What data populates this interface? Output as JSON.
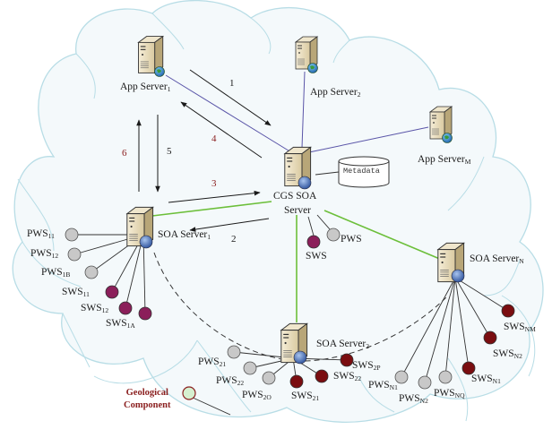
{
  "diagram": {
    "title": "CGS SOA architecture",
    "colors": {
      "cloud_stroke": "#b8dde6",
      "cloud_fill": "#f4f9fb",
      "app_link": "#5a55a8",
      "soa_link": "#6cbf3a",
      "arrow": "#1a1a1a",
      "step_red": "#8b2020",
      "pws_fill": "#c8c8c8",
      "sws1_fill": "#8b1f5a",
      "sws_dark_fill": "#7a0d10",
      "geo_fill": "#d6f0d0",
      "geo_stroke": "#8b2020",
      "geo_text": "#8b2020"
    },
    "nodes": {
      "app_server_1": {
        "name": "App Server",
        "sub": "1"
      },
      "app_server_2": {
        "name": "App Server",
        "sub": "2"
      },
      "app_server_m": {
        "name": "App Server",
        "sub": "M"
      },
      "cgs_soa_server": {
        "line1": "CGS SOA",
        "line2": "Server"
      },
      "metadata": {
        "label": "Metadata"
      },
      "soa_server_1": {
        "name": "SOA Server",
        "sub": "1"
      },
      "soa_server_2": {
        "name": "SOA Server",
        "sub": "2"
      },
      "soa_server_n": {
        "name": "SOA Server",
        "sub": "N"
      },
      "central_sws": {
        "label": "SWS"
      },
      "central_pws": {
        "label": "PWS"
      },
      "geological_component": {
        "line1": "Geological",
        "line2": "Component"
      }
    },
    "steps": [
      {
        "n": "1",
        "color": "black"
      },
      {
        "n": "2",
        "color": "black"
      },
      {
        "n": "3",
        "color": "red"
      },
      {
        "n": "4",
        "color": "red"
      },
      {
        "n": "5",
        "color": "black"
      },
      {
        "n": "6",
        "color": "red"
      }
    ],
    "services": {
      "soa1": [
        {
          "kind": "PWS",
          "sub": "11"
        },
        {
          "kind": "PWS",
          "sub": "12"
        },
        {
          "kind": "PWS",
          "sub": "1B"
        },
        {
          "kind": "SWS",
          "sub": "11"
        },
        {
          "kind": "SWS",
          "sub": "12"
        },
        {
          "kind": "SWS",
          "sub": "1A"
        }
      ],
      "soa2": [
        {
          "kind": "PWS",
          "sub": "21"
        },
        {
          "kind": "PWS",
          "sub": "22"
        },
        {
          "kind": "PWS",
          "sub": "2O"
        },
        {
          "kind": "SWS",
          "sub": "21"
        },
        {
          "kind": "SWS",
          "sub": "22"
        },
        {
          "kind": "SWS",
          "sub": "2P"
        }
      ],
      "soaN": [
        {
          "kind": "PWS",
          "sub": "N1"
        },
        {
          "kind": "PWS",
          "sub": "N2"
        },
        {
          "kind": "PWS",
          "sub": "NQ"
        },
        {
          "kind": "SWS",
          "sub": "N1"
        },
        {
          "kind": "SWS",
          "sub": "N2"
        },
        {
          "kind": "SWS",
          "sub": "NM"
        }
      ]
    }
  }
}
